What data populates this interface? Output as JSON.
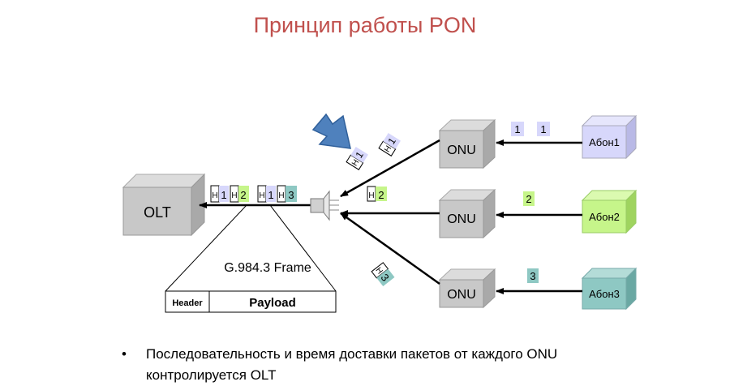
{
  "title": "Принцип работы PON",
  "olt": {
    "label": "OLT"
  },
  "onus": [
    {
      "label": "ONU"
    },
    {
      "label": "ONU"
    },
    {
      "label": "ONU"
    }
  ],
  "subscribers": [
    {
      "label": "Абон1",
      "color": "#d7d7fb"
    },
    {
      "label": "Абон2",
      "color": "#c6f58a"
    },
    {
      "label": "Абон3",
      "color": "#8ec8c3"
    }
  ],
  "packets": {
    "header_letter": "H",
    "sub1_values": [
      "1",
      "1"
    ],
    "sub2_value": "2",
    "sub3_value": "3",
    "olt_stream": [
      "1",
      "2",
      "1",
      "3"
    ],
    "splitter_top": [
      "1",
      "1"
    ],
    "splitter_mid": "2",
    "splitter_bottom": "3"
  },
  "frame": {
    "label": "G.984.3 Frame",
    "header": "Header",
    "payload": "Payload"
  },
  "bullet": {
    "marker": "•",
    "text": "Последовательность и время доставки пакетов от каждого ONU контролируется OLT"
  },
  "colors": {
    "title": "#c0504d",
    "box": "#c8c8c8",
    "arrow_blue": "#4f81bd",
    "pkt1": "#d7d7fb",
    "pkt2": "#c6f58a",
    "pkt3": "#8ec8c3"
  }
}
